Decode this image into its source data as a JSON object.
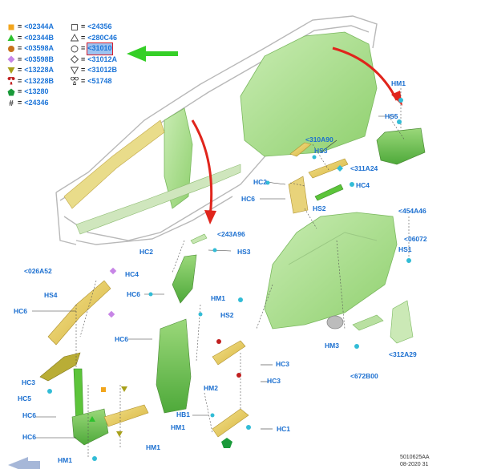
{
  "legend_left": [
    {
      "shape": "square",
      "color": "#f2a51c",
      "code": "<02344A"
    },
    {
      "shape": "triangle",
      "color": "#2ec12e",
      "code": "<02344B"
    },
    {
      "shape": "circle",
      "color": "#c8731c",
      "code": "<03598A"
    },
    {
      "shape": "diamond",
      "color": "#c785e6",
      "code": "<03598B"
    },
    {
      "shape": "triangle-down",
      "color": "#a8a01a",
      "code": "<13228A"
    },
    {
      "shape": "club",
      "color": "#c02020",
      "code": "<13228B"
    },
    {
      "shape": "pentagon",
      "color": "#1a9a3a",
      "code": "<13280"
    },
    {
      "shape": "hash",
      "color": "#333333",
      "code": "<24346"
    }
  ],
  "legend_right": [
    {
      "shape": "square-outline",
      "code": "<24356"
    },
    {
      "shape": "triangle-outline",
      "code": "<280C46"
    },
    {
      "shape": "circle-outline",
      "code": "<31010"
    },
    {
      "shape": "diamond-outline",
      "code": "<31012A"
    },
    {
      "shape": "triangle-down-outline",
      "code": "<31012B"
    },
    {
      "shape": "club-outline",
      "code": "<51748"
    }
  ],
  "equals": "=",
  "labels": {
    "hm1_top": "HM1",
    "hs5": "HS5",
    "p310a90": "<310A90",
    "hs3_top": "HS3",
    "p311a24": "<311A24",
    "hc2_mid": "HC2",
    "hc4_mid": "HC4",
    "hc6_mid": "HC6",
    "hs2_mid": "HS2",
    "p454a46": "<454A46",
    "p06072": "<06072",
    "hs1": "HS1",
    "p243a96": "<243A96",
    "hc2_left": "HC2",
    "hs3_left": "HS3",
    "p026a52": "<026A52",
    "hc4_left": "HC4",
    "hs4": "HS4",
    "hc6_left1": "HC6",
    "hc6_left2": "HC6",
    "hm1_mid": "HM1",
    "hs2_left": "HS2",
    "hc6_pillar": "HC6",
    "hm3": "HM3",
    "p312a29": "<312A29",
    "p672b00": "<672B00",
    "hc3_a": "HC3",
    "hc3_b": "HC3",
    "hc3_c": "HC3",
    "hc5": "HC5",
    "hc6_l3": "HC6",
    "hc6_l4": "HC6",
    "hm2": "HM2",
    "hb1": "HB1",
    "hm1_bot1": "HM1",
    "hm1_bot2": "HM1",
    "hc1": "HC1",
    "hm1_left": "HM1"
  },
  "ref_code": "5010625AA",
  "ref_date": "08-2020 31"
}
